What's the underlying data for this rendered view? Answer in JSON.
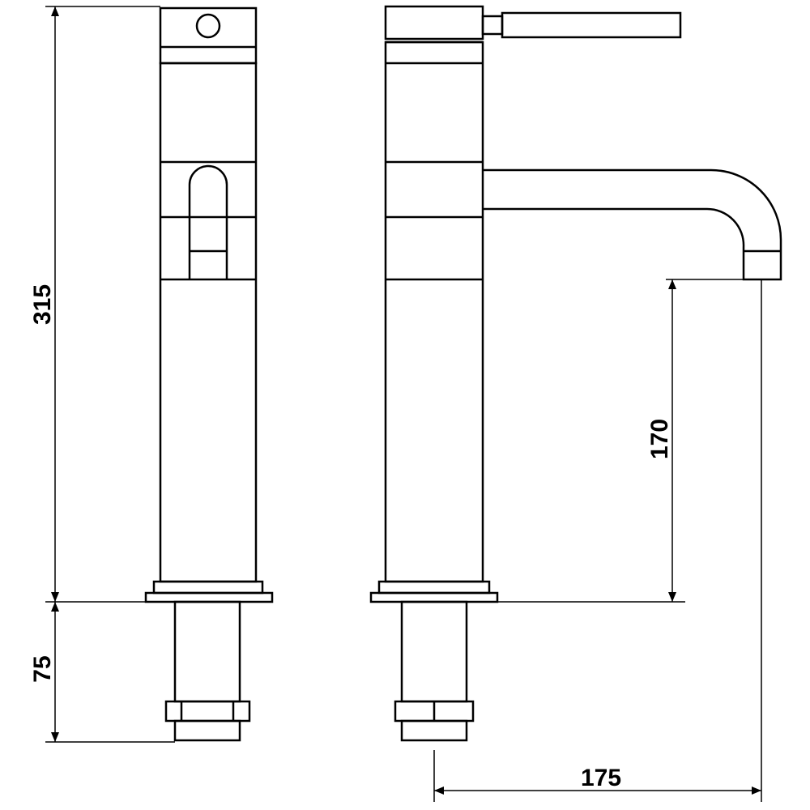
{
  "dimensions": {
    "total_height": "315",
    "shank_length": "75",
    "spout_height": "170",
    "spout_reach": "175"
  }
}
